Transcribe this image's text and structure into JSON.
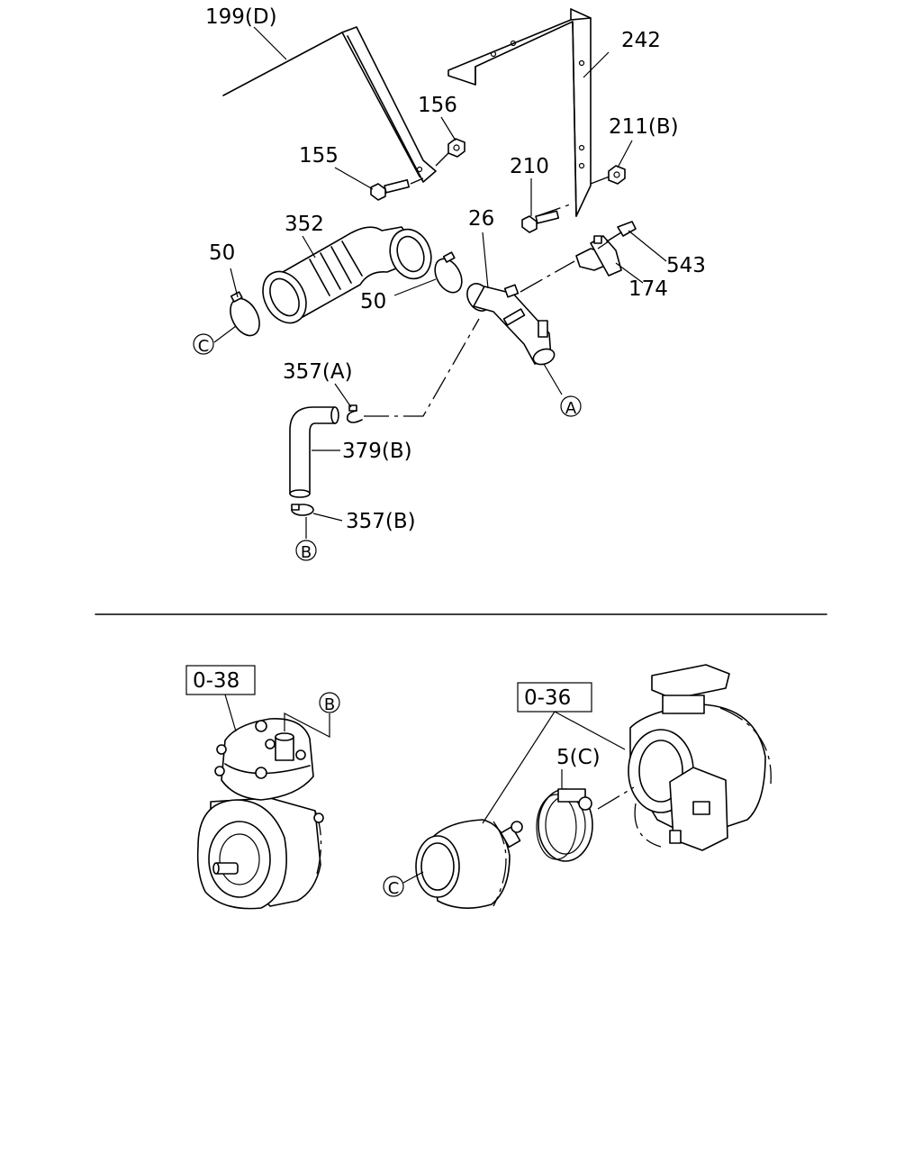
{
  "labels": {
    "l199d": "199(D)",
    "l242": "242",
    "l156": "156",
    "l211b": "211(B)",
    "l155": "155",
    "l210": "210",
    "l352": "352",
    "l26": "26",
    "l543": "543",
    "l50a": "50",
    "l50b": "50",
    "l174": "174",
    "l357a": "357(A)",
    "l379b": "379(B)",
    "l357b": "357(B)",
    "l5c": "5(C)"
  },
  "refs": {
    "r038": "0-38",
    "r036": "0-36"
  },
  "markers": {
    "a": "A",
    "b": "B",
    "c": "C"
  }
}
